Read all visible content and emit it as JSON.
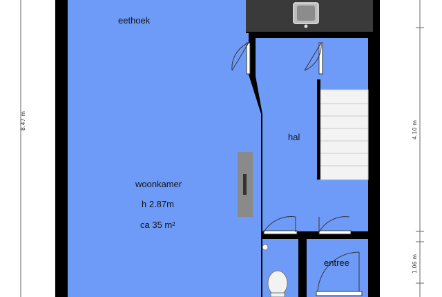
{
  "colors": {
    "floor": "#6f9bf8",
    "wall": "#000000",
    "counter": "#3a3a3a",
    "stairs": "#f3f3f3",
    "fireplace": "#8a8a8a",
    "dimension_line": "#666666"
  },
  "rooms": {
    "eethoek": {
      "name": "eethoek"
    },
    "woonkamer": {
      "name": "woonkamer",
      "height": "h 2.87m",
      "area": "ca 35 m²"
    },
    "hal": {
      "name": "hal"
    },
    "entree": {
      "name": "entree"
    }
  },
  "dimensions": {
    "left_total": "8.47 m",
    "right_upper": "4.10 m",
    "right_lower": "1.06 m"
  },
  "fixtures": {
    "sink": "sink-icon",
    "toilet": "toilet-icon",
    "stairs": "staircase",
    "fireplace": "fireplace"
  }
}
